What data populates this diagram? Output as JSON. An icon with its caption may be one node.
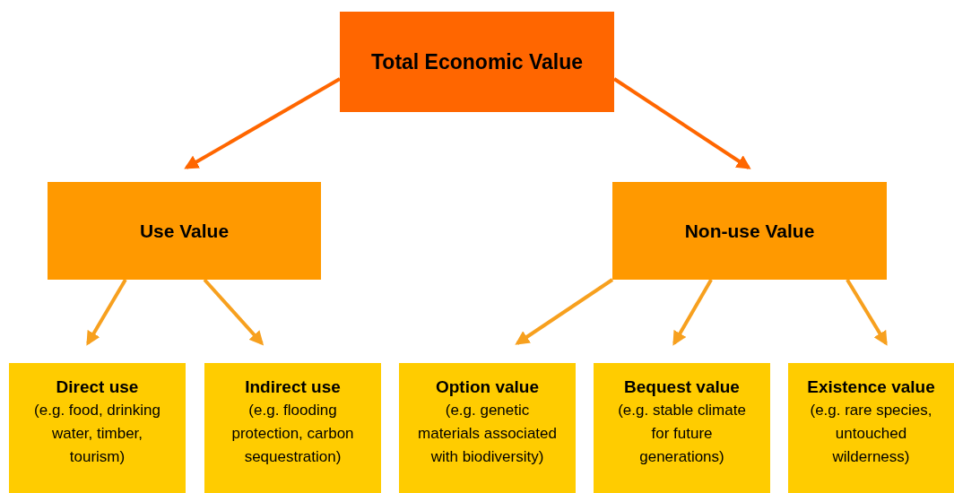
{
  "diagram": {
    "nodes": [
      {
        "text": [
          "Total Economic Value"
        ]
      },
      {
        "text": [
          "Use Value"
        ]
      },
      {
        "text": [
          "Non-use Value"
        ]
      },
      {
        "text": [
          "Direct use",
          "(e.g. food, drinking water, timber, tourism)"
        ]
      },
      {
        "text": [
          "Indirect use",
          "(e.g. flooding protection, carbon sequestration)"
        ]
      },
      {
        "text": [
          "Option value",
          "(e.g. genetic materials associated with biodiversity)"
        ]
      },
      {
        "text": [
          "Bequest value",
          "(e.g. stable climate for future generations)"
        ]
      },
      {
        "text": [
          "Existence value",
          "(e.g. rare species, untouched wilderness)"
        ]
      }
    ],
    "edges": [
      {
        "from": 0,
        "to": 1,
        "arrow": "to",
        "color": "#ff6600"
      },
      {
        "from": 0,
        "to": 2,
        "arrow": "to",
        "color": "#ff6600"
      },
      {
        "from": 1,
        "to": 3,
        "arrow": "to"
      },
      {
        "from": 1,
        "to": 4,
        "arrow": "to"
      },
      {
        "from": 2,
        "to": 5,
        "arrow": "to"
      },
      {
        "from": 2,
        "to": 6,
        "arrow": "to"
      },
      {
        "from": 2,
        "to": 7,
        "arrow": "to"
      }
    ]
  }
}
